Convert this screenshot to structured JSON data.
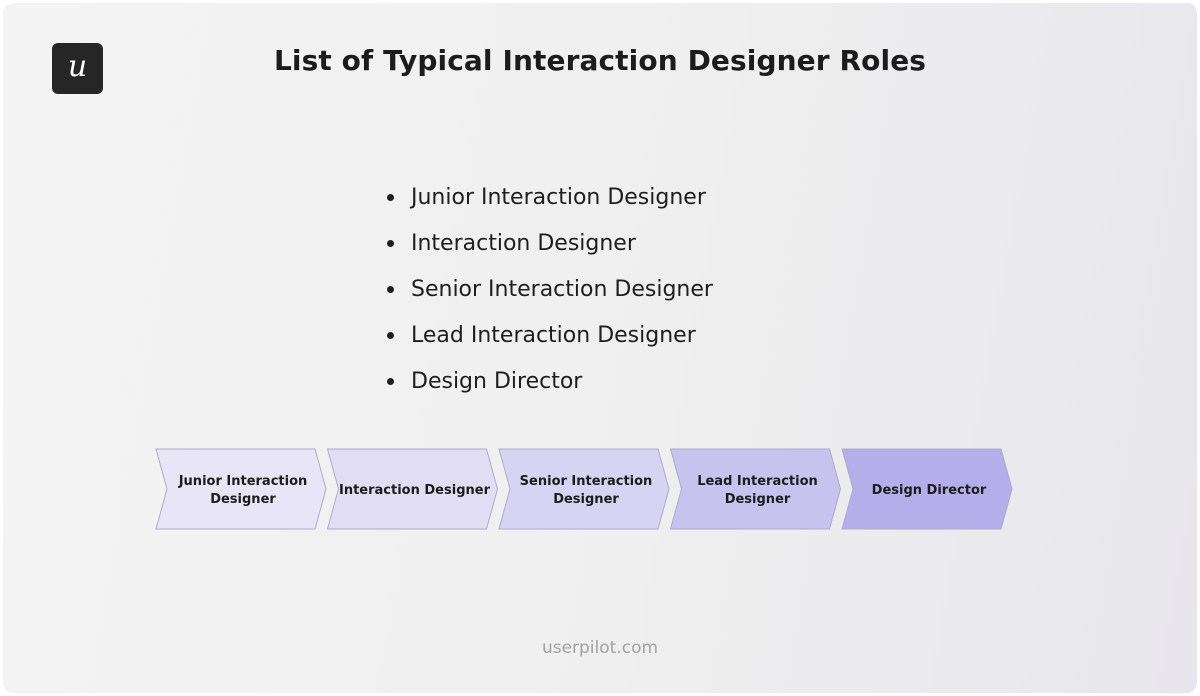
{
  "logo": {
    "letter": "u"
  },
  "header": {
    "title": "List of Typical Interaction Designer Roles"
  },
  "roles_list": [
    "Junior Interaction Designer",
    "Interaction Designer",
    "Senior Interaction Designer",
    "Lead Interaction Designer",
    "Design Director"
  ],
  "flow": {
    "steps": [
      {
        "lines": [
          "Junior Interaction",
          "Designer"
        ],
        "fill": "#e8e6f6"
      },
      {
        "lines": [
          "Interaction Designer"
        ],
        "fill": "#e1def4"
      },
      {
        "lines": [
          "Senior Interaction",
          "Designer"
        ],
        "fill": "#d7d3f2"
      },
      {
        "lines": [
          "Lead Interaction",
          "Designer"
        ],
        "fill": "#c7c2ee"
      },
      {
        "lines": [
          "Design Director"
        ],
        "fill": "#b6aeea"
      }
    ],
    "stroke_color": "#aeaacb",
    "text_color": "#1c1c1c"
  },
  "footer": {
    "text": "userpilot.com"
  }
}
